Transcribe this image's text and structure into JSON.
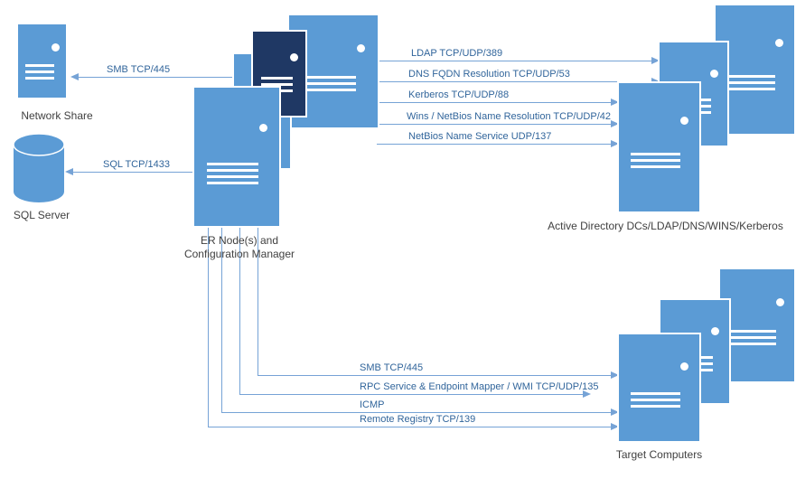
{
  "diagram": {
    "title": "ER / Configuration Manager network ports diagram",
    "nodes": {
      "network_share": "Network Share",
      "sql_server": "SQL Server",
      "er_node_line1": "ER Node(s) and",
      "er_node_line2": "Configuration Manager",
      "active_directory": "Active Directory DCs/LDAP/DNS/WINS/Kerberos",
      "target_computers": "Target Computers"
    },
    "connections": {
      "smb_share": "SMB TCP/445",
      "sql": "SQL TCP/1433",
      "ldap": "LDAP TCP/UDP/389",
      "dns": "DNS FQDN Resolution TCP/UDP/53",
      "kerberos": "Kerberos  TCP/UDP/88",
      "wins": "Wins / NetBios Name Resolution  TCP/UDP/42",
      "netbios": "NetBios Name Service  UDP/137",
      "smb_target": "SMB TCP/445",
      "rpc_wmi": "RPC Service & Endpoint Mapper / WMI TCP/UDP/135",
      "icmp": "ICMP",
      "remote_registry": "Remote Registry TCP/139"
    },
    "colors": {
      "server_fill": "#5B9BD5",
      "server_dark_fill": "#1F3864",
      "connector": "#76A3D6",
      "connection_text": "#31659B",
      "node_text": "#404040"
    }
  }
}
